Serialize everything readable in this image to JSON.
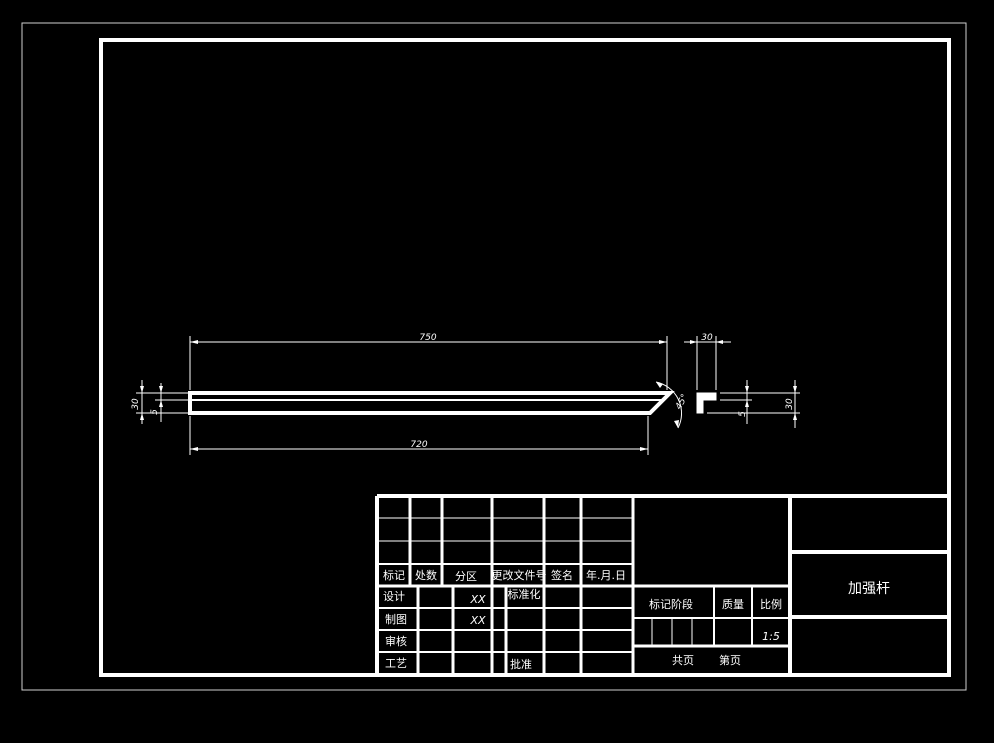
{
  "colors": {
    "background": "#000000",
    "line": "#ffffff",
    "outer_border": "#cfcfcf"
  },
  "part": {
    "dimensions": {
      "top_length": "750",
      "bottom_length": "720",
      "left_height": "30",
      "left_thickness": "5",
      "angle": "45°",
      "section_width": "30",
      "section_thickness": "5",
      "section_height": "30"
    }
  },
  "title_block": {
    "header": {
      "mark": "标记",
      "count": "处数",
      "zone": "分区",
      "change_doc": "更改文件号",
      "signature": "签名",
      "date": "年.月.日"
    },
    "rows": {
      "design": "设计",
      "design_value": "XX",
      "standardize": "标准化",
      "drafting": "制图",
      "drafting_value": "XX",
      "review": "审核",
      "process": "工艺",
      "approve": "批准"
    },
    "stage_mark": "标记阶段",
    "mass": "质量",
    "scale_label": "比例",
    "scale_value": "1:5",
    "total_pages": "共页",
    "page_no": "第页",
    "part_name": "加强杆"
  }
}
